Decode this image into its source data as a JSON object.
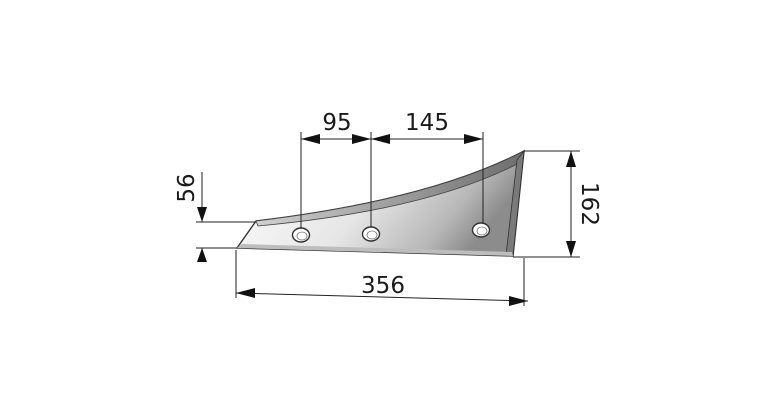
{
  "drawing": {
    "dimensions": {
      "hole_spacing_1": "95",
      "hole_spacing_2": "145",
      "front_height": "56",
      "rear_height": "162",
      "overall_length": "356"
    },
    "colors": {
      "line": "#222222",
      "blade_light": "#f7f7f7",
      "blade_dark": "#9a9a9a"
    }
  }
}
